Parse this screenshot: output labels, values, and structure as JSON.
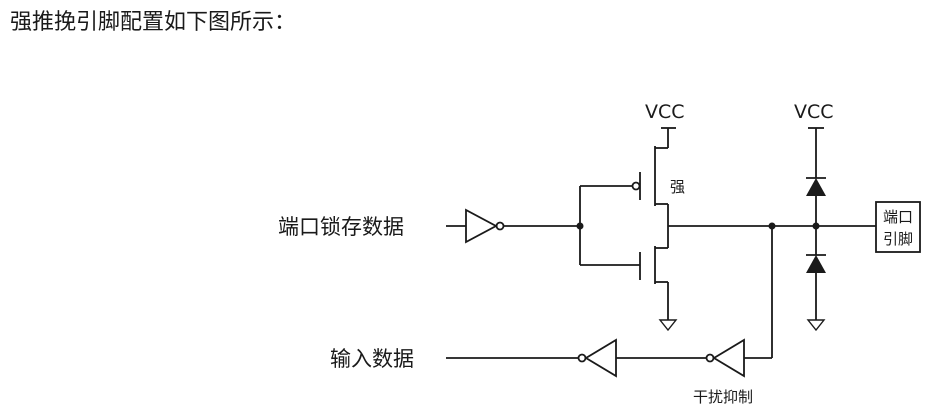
{
  "title": "强推挽引脚配置如下图所示：",
  "labels": {
    "latch_data": "端口锁存数据",
    "input_data": "输入数据",
    "vcc_left": "VCC",
    "vcc_right": "VCC",
    "strong": "强",
    "interference": "干扰抑制",
    "pin_line1": "端口",
    "pin_line2": "引脚"
  }
}
